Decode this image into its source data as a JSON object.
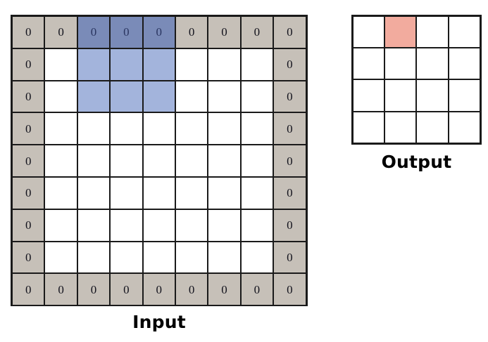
{
  "input": {
    "caption": "Input",
    "rows": 9,
    "cols": 9,
    "colors": {
      "gray": "#c6c0b8",
      "blue_dark": "#7a8bb8",
      "blue_light": "#a3b4dc",
      "white": "#ffffff",
      "border": "#1a1a1a",
      "digit": "#12121c",
      "digit_on_blue": "#2a3560"
    },
    "cells": [
      [
        {
          "text": "0",
          "fill": "gray"
        },
        {
          "text": "0",
          "fill": "gray"
        },
        {
          "text": "0",
          "fill": "blue_dark"
        },
        {
          "text": "0",
          "fill": "blue_dark"
        },
        {
          "text": "0",
          "fill": "blue_dark"
        },
        {
          "text": "0",
          "fill": "gray"
        },
        {
          "text": "0",
          "fill": "gray"
        },
        {
          "text": "0",
          "fill": "gray"
        },
        {
          "text": "0",
          "fill": "gray"
        }
      ],
      [
        {
          "text": "0",
          "fill": "gray"
        },
        {
          "text": "",
          "fill": "white"
        },
        {
          "text": "",
          "fill": "blue_light"
        },
        {
          "text": "",
          "fill": "blue_light"
        },
        {
          "text": "",
          "fill": "blue_light"
        },
        {
          "text": "",
          "fill": "white"
        },
        {
          "text": "",
          "fill": "white"
        },
        {
          "text": "",
          "fill": "white"
        },
        {
          "text": "0",
          "fill": "gray"
        }
      ],
      [
        {
          "text": "0",
          "fill": "gray"
        },
        {
          "text": "",
          "fill": "white"
        },
        {
          "text": "",
          "fill": "blue_light"
        },
        {
          "text": "",
          "fill": "blue_light"
        },
        {
          "text": "",
          "fill": "blue_light"
        },
        {
          "text": "",
          "fill": "white"
        },
        {
          "text": "",
          "fill": "white"
        },
        {
          "text": "",
          "fill": "white"
        },
        {
          "text": "0",
          "fill": "gray"
        }
      ],
      [
        {
          "text": "0",
          "fill": "gray"
        },
        {
          "text": "",
          "fill": "white"
        },
        {
          "text": "",
          "fill": "white"
        },
        {
          "text": "",
          "fill": "white"
        },
        {
          "text": "",
          "fill": "white"
        },
        {
          "text": "",
          "fill": "white"
        },
        {
          "text": "",
          "fill": "white"
        },
        {
          "text": "",
          "fill": "white"
        },
        {
          "text": "0",
          "fill": "gray"
        }
      ],
      [
        {
          "text": "0",
          "fill": "gray"
        },
        {
          "text": "",
          "fill": "white"
        },
        {
          "text": "",
          "fill": "white"
        },
        {
          "text": "",
          "fill": "white"
        },
        {
          "text": "",
          "fill": "white"
        },
        {
          "text": "",
          "fill": "white"
        },
        {
          "text": "",
          "fill": "white"
        },
        {
          "text": "",
          "fill": "white"
        },
        {
          "text": "0",
          "fill": "gray"
        }
      ],
      [
        {
          "text": "0",
          "fill": "gray"
        },
        {
          "text": "",
          "fill": "white"
        },
        {
          "text": "",
          "fill": "white"
        },
        {
          "text": "",
          "fill": "white"
        },
        {
          "text": "",
          "fill": "white"
        },
        {
          "text": "",
          "fill": "white"
        },
        {
          "text": "",
          "fill": "white"
        },
        {
          "text": "",
          "fill": "white"
        },
        {
          "text": "0",
          "fill": "gray"
        }
      ],
      [
        {
          "text": "0",
          "fill": "gray"
        },
        {
          "text": "",
          "fill": "white"
        },
        {
          "text": "",
          "fill": "white"
        },
        {
          "text": "",
          "fill": "white"
        },
        {
          "text": "",
          "fill": "white"
        },
        {
          "text": "",
          "fill": "white"
        },
        {
          "text": "",
          "fill": "white"
        },
        {
          "text": "",
          "fill": "white"
        },
        {
          "text": "0",
          "fill": "gray"
        }
      ],
      [
        {
          "text": "0",
          "fill": "gray"
        },
        {
          "text": "",
          "fill": "white"
        },
        {
          "text": "",
          "fill": "white"
        },
        {
          "text": "",
          "fill": "white"
        },
        {
          "text": "",
          "fill": "white"
        },
        {
          "text": "",
          "fill": "white"
        },
        {
          "text": "",
          "fill": "white"
        },
        {
          "text": "",
          "fill": "white"
        },
        {
          "text": "0",
          "fill": "gray"
        }
      ],
      [
        {
          "text": "0",
          "fill": "gray"
        },
        {
          "text": "0",
          "fill": "gray"
        },
        {
          "text": "0",
          "fill": "gray"
        },
        {
          "text": "0",
          "fill": "gray"
        },
        {
          "text": "0",
          "fill": "gray"
        },
        {
          "text": "0",
          "fill": "gray"
        },
        {
          "text": "0",
          "fill": "gray"
        },
        {
          "text": "0",
          "fill": "gray"
        },
        {
          "text": "0",
          "fill": "gray"
        }
      ]
    ]
  },
  "output": {
    "caption": "Output",
    "rows": 4,
    "cols": 4,
    "colors": {
      "salmon": "#f2ab9e",
      "white": "#ffffff",
      "border": "#1a1a1a"
    },
    "cells": [
      [
        {
          "text": "",
          "fill": "white"
        },
        {
          "text": "",
          "fill": "salmon"
        },
        {
          "text": "",
          "fill": "white"
        },
        {
          "text": "",
          "fill": "white"
        }
      ],
      [
        {
          "text": "",
          "fill": "white"
        },
        {
          "text": "",
          "fill": "white"
        },
        {
          "text": "",
          "fill": "white"
        },
        {
          "text": "",
          "fill": "white"
        }
      ],
      [
        {
          "text": "",
          "fill": "white"
        },
        {
          "text": "",
          "fill": "white"
        },
        {
          "text": "",
          "fill": "white"
        },
        {
          "text": "",
          "fill": "white"
        }
      ],
      [
        {
          "text": "",
          "fill": "white"
        },
        {
          "text": "",
          "fill": "white"
        },
        {
          "text": "",
          "fill": "white"
        },
        {
          "text": "",
          "fill": "white"
        }
      ]
    ]
  }
}
